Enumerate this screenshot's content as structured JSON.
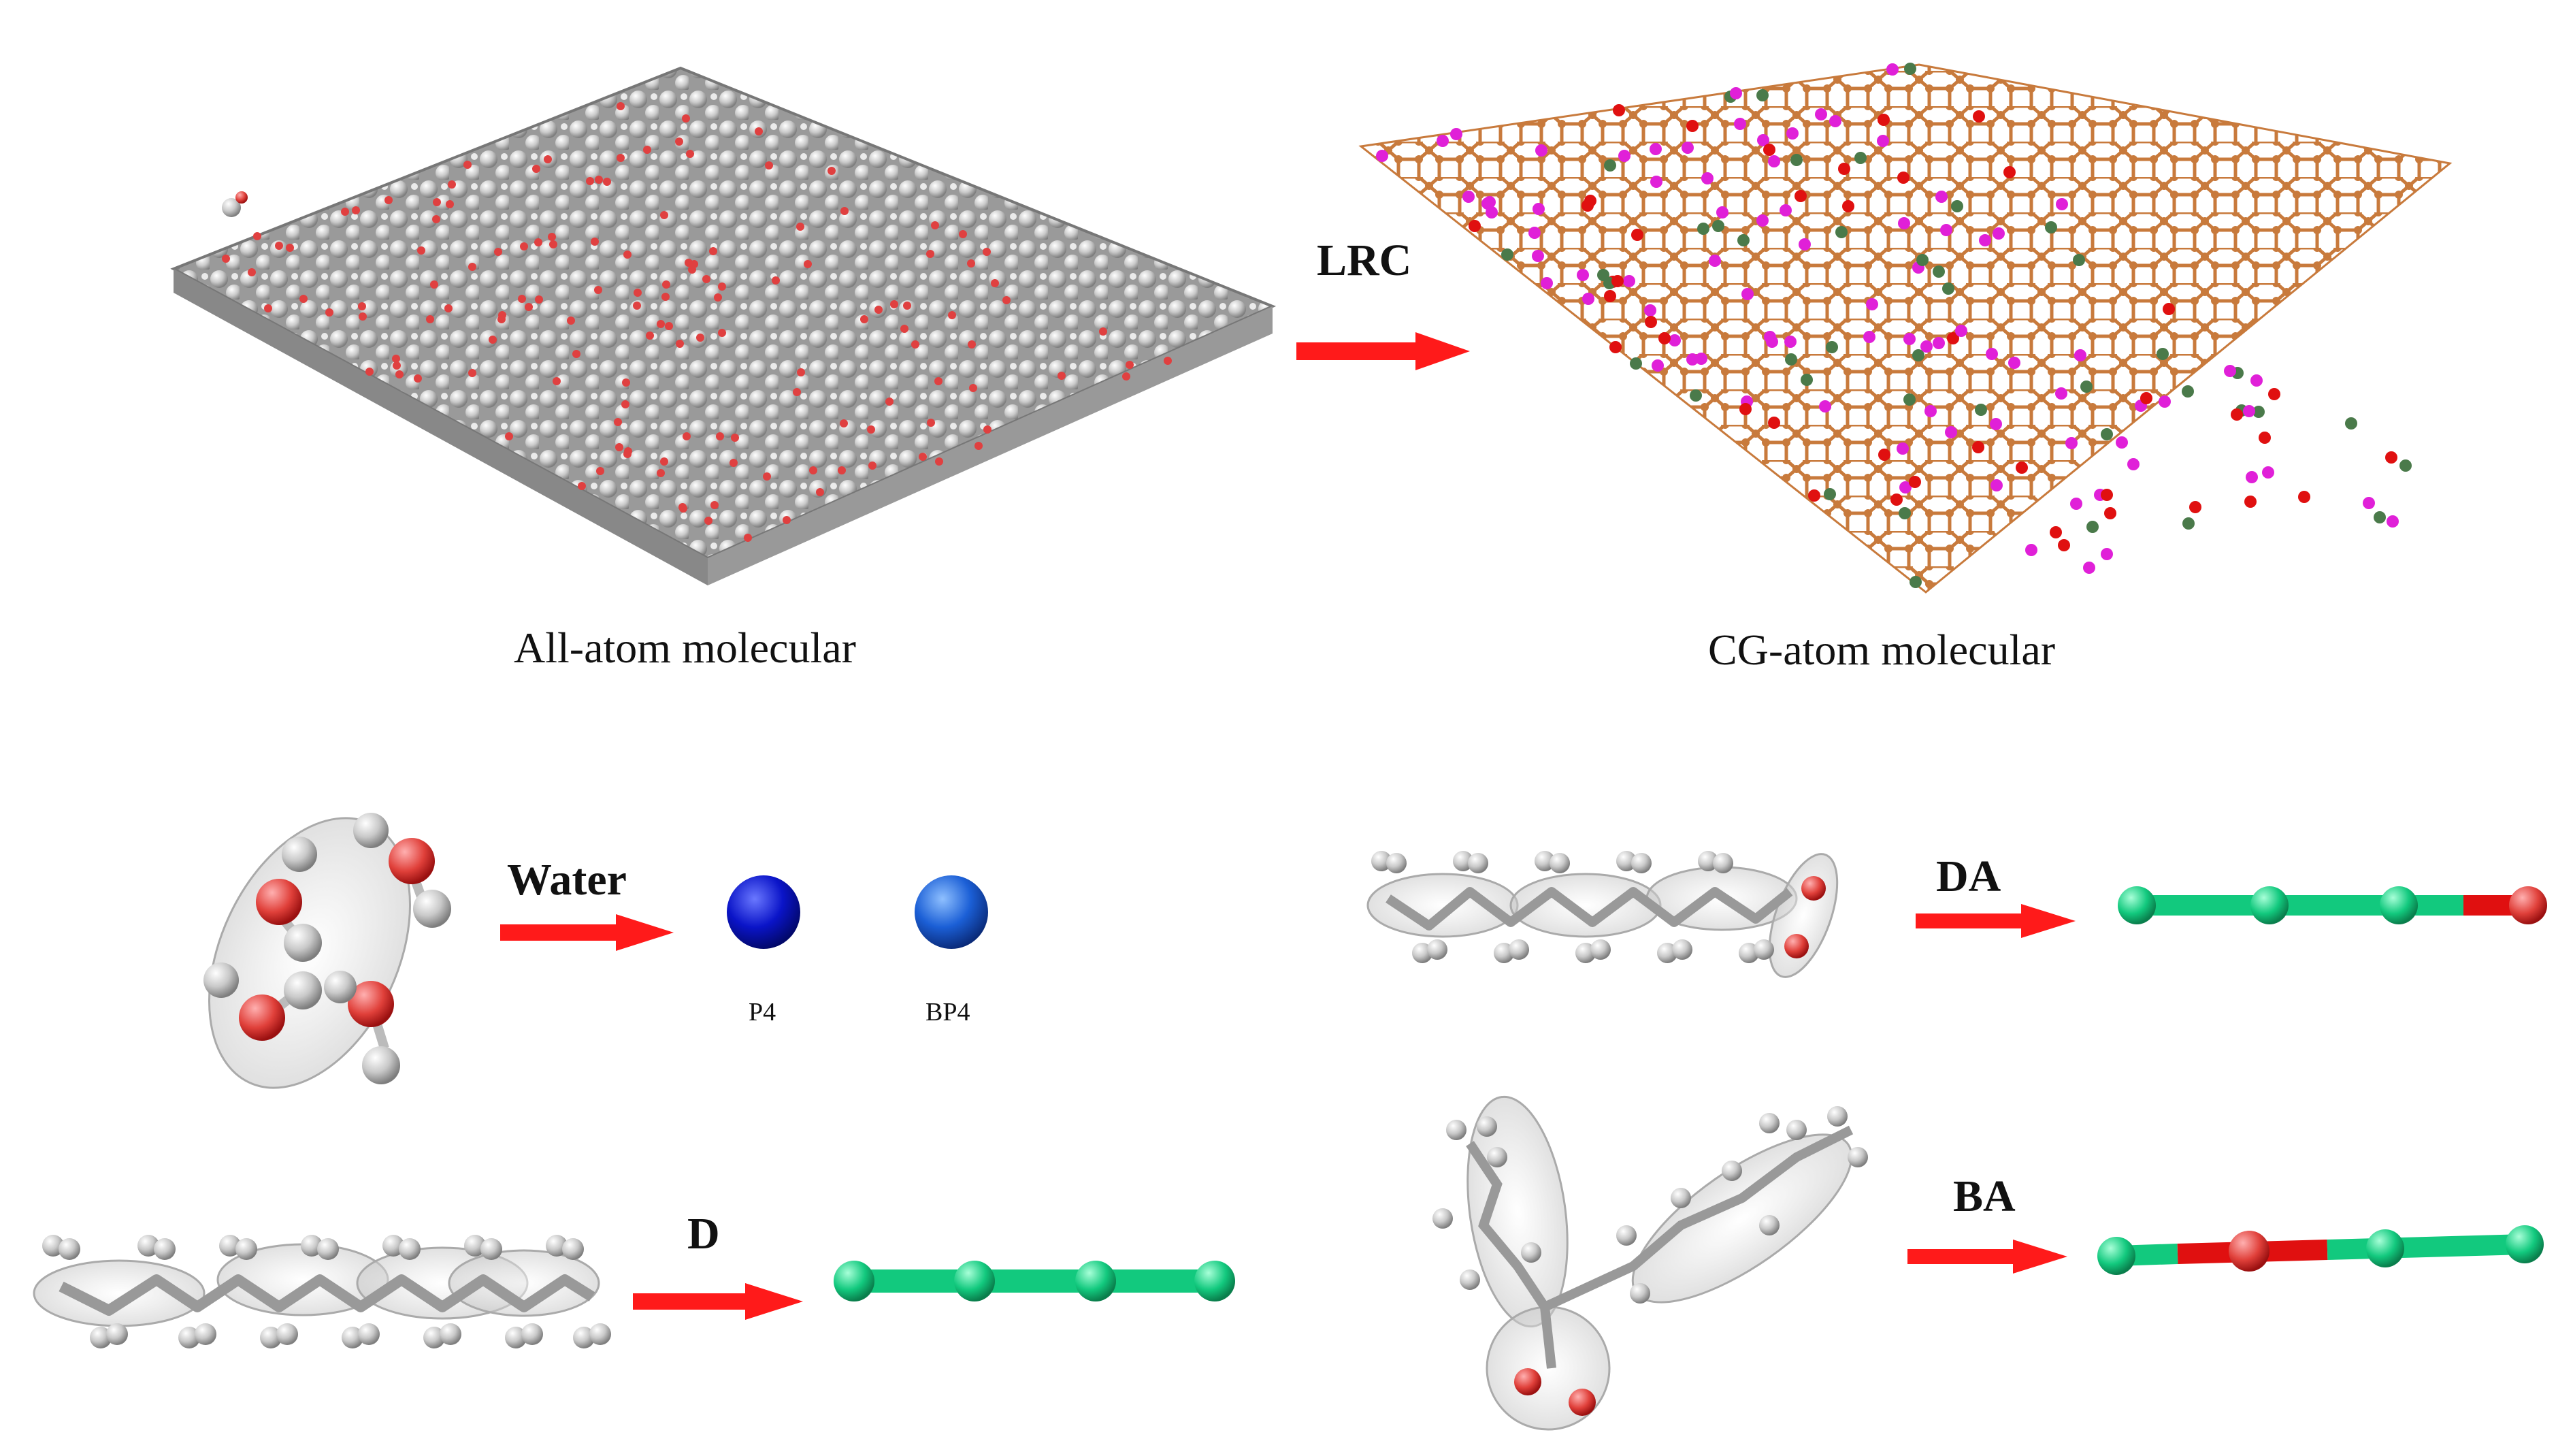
{
  "top": {
    "arrow_label": "LRC",
    "left_caption": "All-atom molecular",
    "right_caption": "CG-atom molecular"
  },
  "water": {
    "arrow_label": "Water",
    "bead_labels": [
      "P4",
      "BP4"
    ],
    "bead_colors": [
      "#0a14c8",
      "#1b5fd6"
    ]
  },
  "d": {
    "arrow_label": "D"
  },
  "da": {
    "arrow_label": "DA"
  },
  "ba": {
    "arrow_label": "BA"
  },
  "colors": {
    "arrow": "#ff1a1a",
    "cg_bead_green": "#12c97e",
    "cg_bead_red": "#e01010",
    "sheet_orange": "#c87a3c",
    "sheet_magenta": "#e020d8",
    "sheet_dark_green": "#4a7a4a",
    "atom_gray": "#b8b8b8"
  }
}
